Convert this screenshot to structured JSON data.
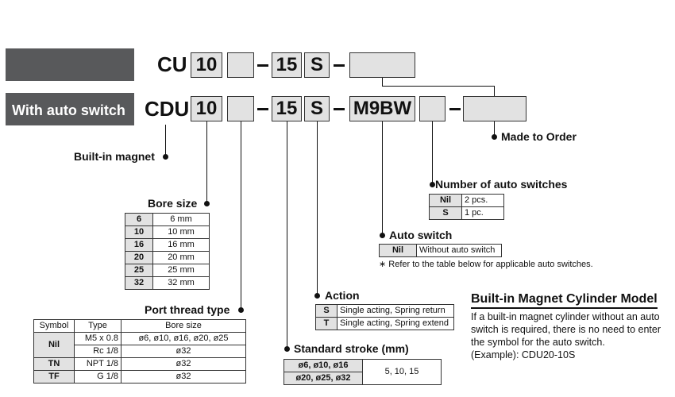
{
  "row1": {
    "prefix": "CU",
    "bore": "10",
    "stroke": "15",
    "action": "S",
    "dash": "–"
  },
  "row2": {
    "label": "With auto switch",
    "prefix": "CDU",
    "bore": "10",
    "stroke": "15",
    "action": "S",
    "switch": "M9BW",
    "dash": "–"
  },
  "labels": {
    "magnet": "Built-in magnet",
    "made_to_order": "Made to Order",
    "num_switches": "Number of auto switches",
    "auto_switch": "Auto switch",
    "bore_size": "Bore size",
    "action": "Action",
    "port_thread": "Port thread type",
    "stroke": "Standard stroke (mm)"
  },
  "num_switches_table": [
    [
      "Nil",
      "2 pcs."
    ],
    [
      "S",
      "1 pc."
    ]
  ],
  "auto_switch_table": [
    [
      "Nil",
      "Without auto switch"
    ]
  ],
  "auto_switch_note": "∗ Refer to the table below for applicable auto switches.",
  "bore_table": [
    [
      "6",
      "6 mm"
    ],
    [
      "10",
      "10 mm"
    ],
    [
      "16",
      "16 mm"
    ],
    [
      "20",
      "20 mm"
    ],
    [
      "25",
      "25 mm"
    ],
    [
      "32",
      "32 mm"
    ]
  ],
  "action_table": [
    [
      "S",
      "Single acting, Spring return"
    ],
    [
      "T",
      "Single acting, Spring extend"
    ]
  ],
  "port_table": {
    "headers": [
      "Symbol",
      "Type",
      "Bore size"
    ],
    "rows": [
      {
        "symbol": "Nil",
        "type": "M5 x 0.8",
        "bore": "ø6, ø10, ø16, ø20, ø25"
      },
      {
        "symbol": "",
        "type": "Rc 1/8",
        "bore": "ø32"
      },
      {
        "symbol": "TN",
        "type": "NPT 1/8",
        "bore": "ø32"
      },
      {
        "symbol": "TF",
        "type": "G 1/8",
        "bore": "ø32"
      }
    ]
  },
  "stroke_table": {
    "bores1": "ø6, ø10, ø16",
    "bores2": "ø20, ø25, ø32",
    "strokes": "5, 10, 15"
  },
  "builtin": {
    "heading": "Built-in Magnet Cylinder Model",
    "line1": "If a built-in magnet cylinder without an auto",
    "line2": "switch is required, there is no need to enter",
    "line3": "the symbol for the auto switch.",
    "line4": "(Example): CDU20-10S"
  }
}
